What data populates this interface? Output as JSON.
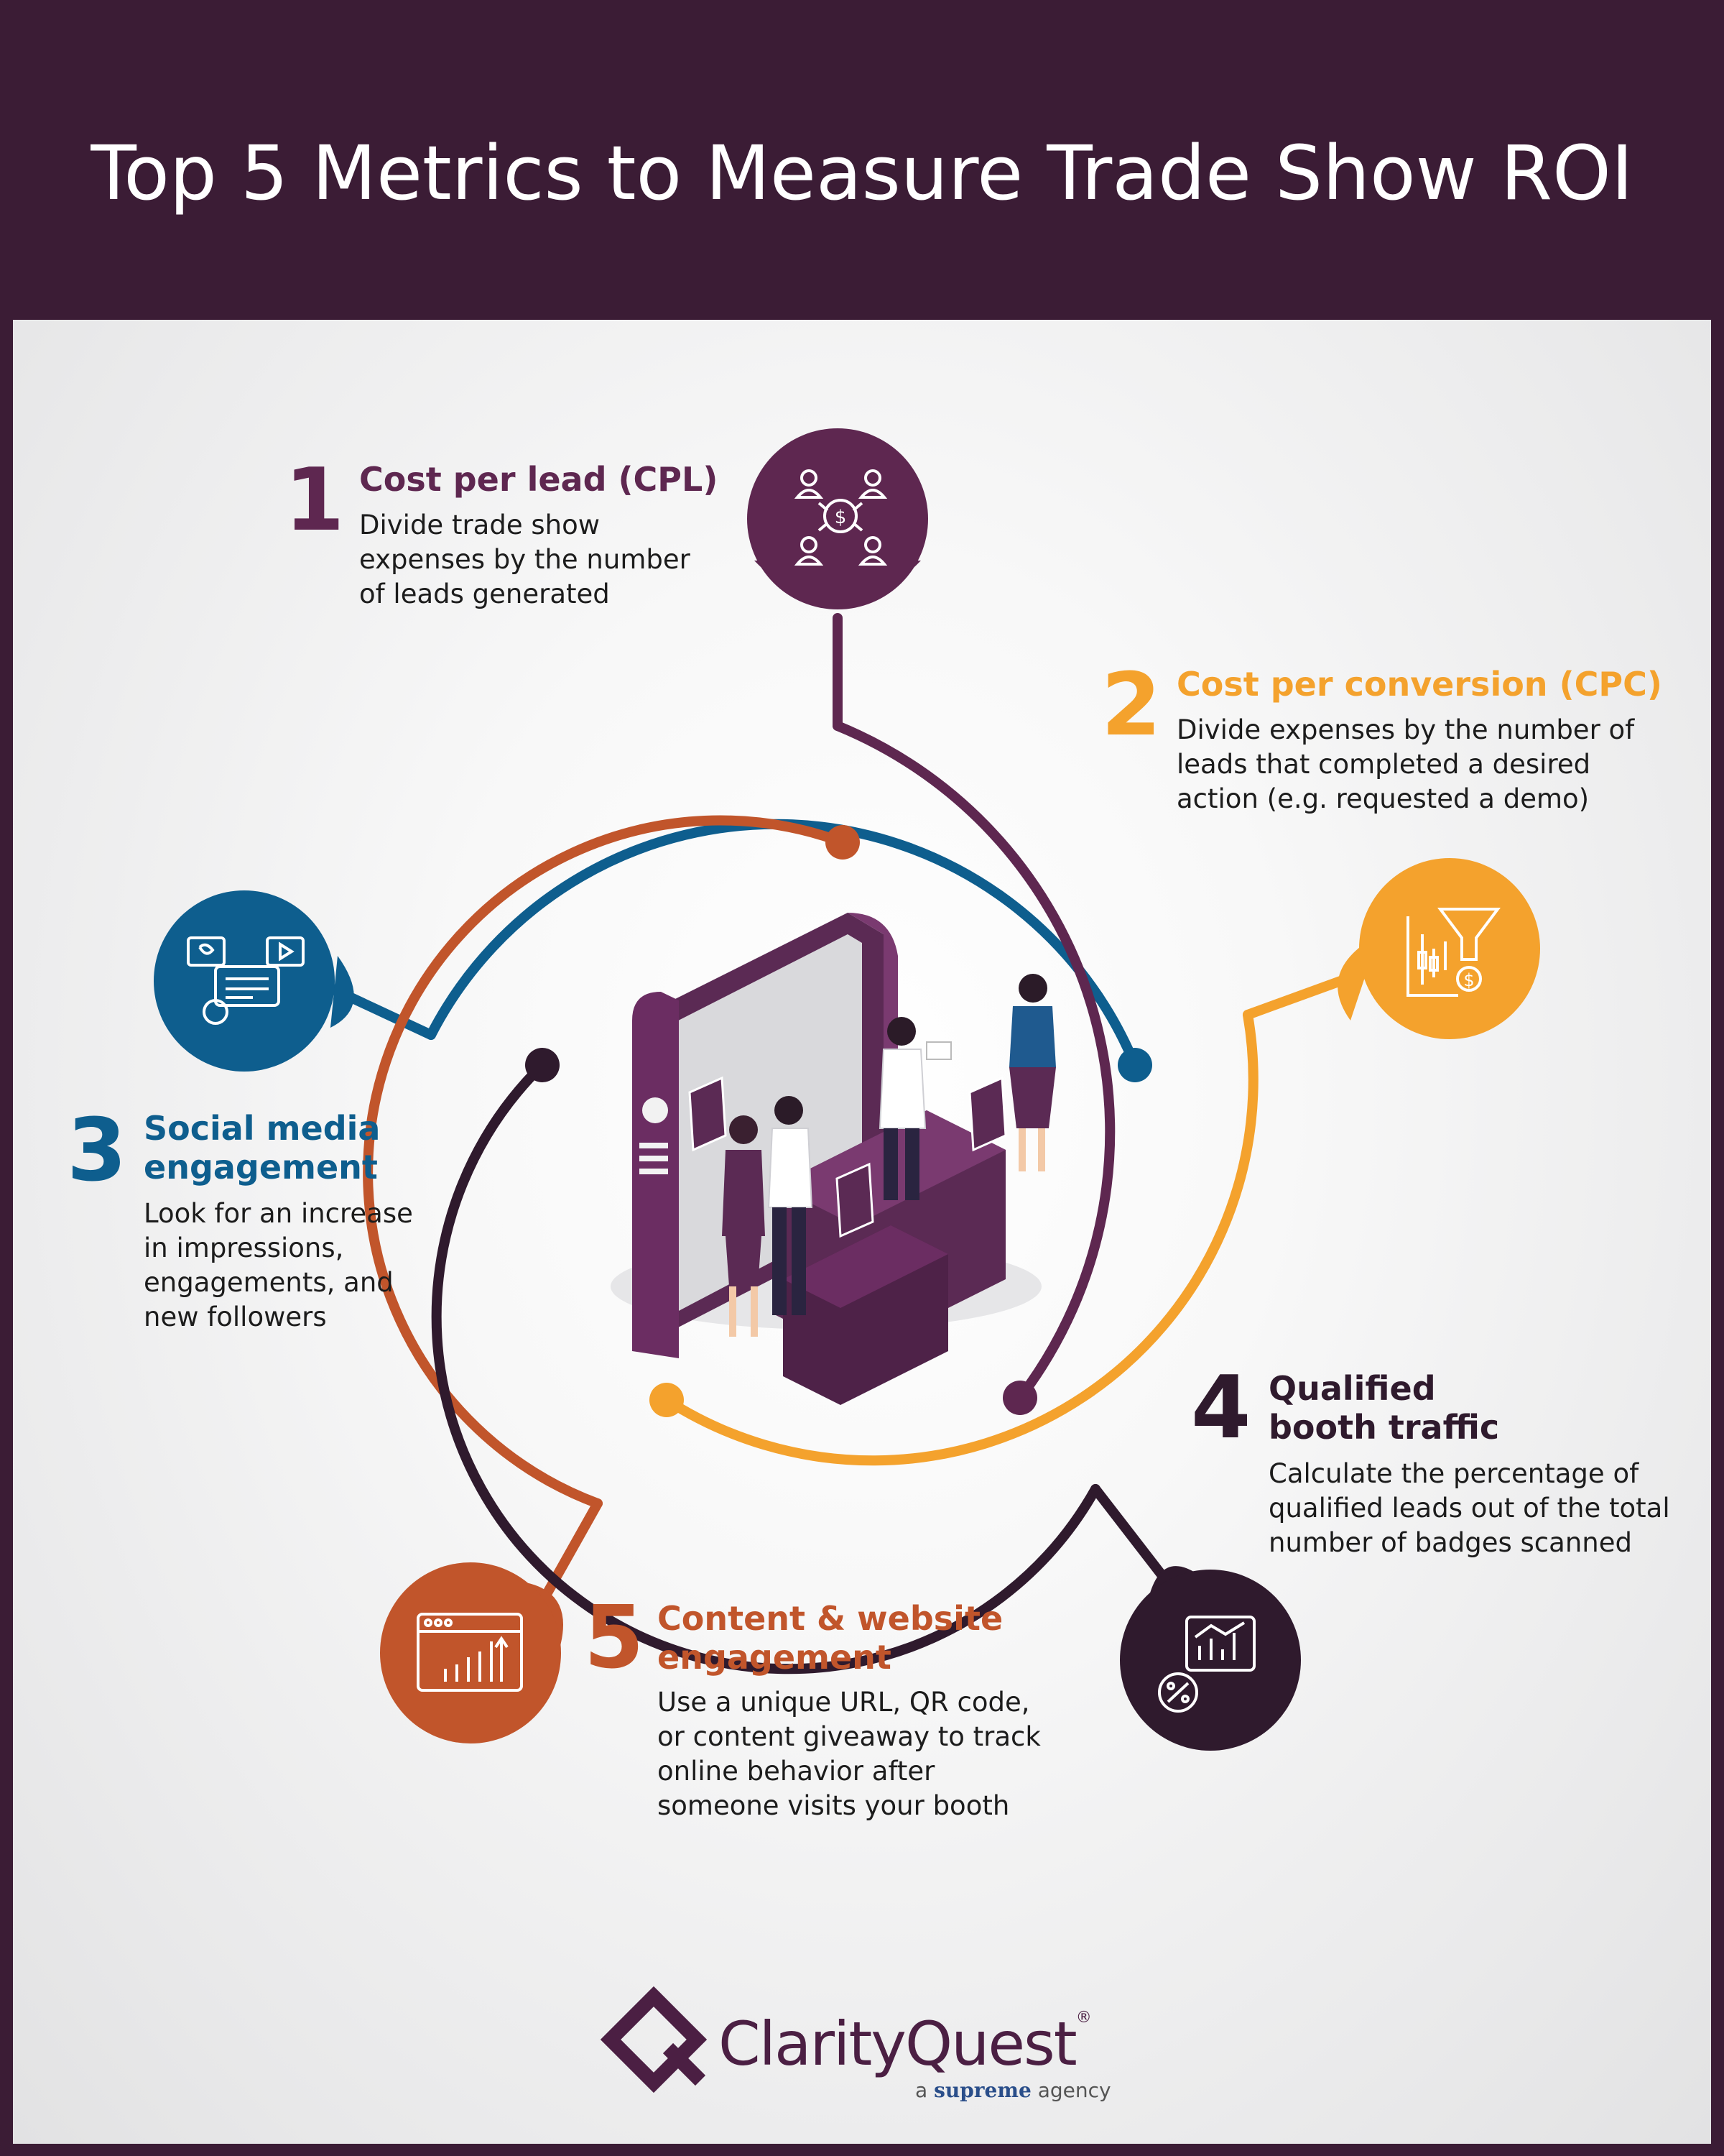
{
  "header": {
    "title": "Top 5 Metrics to Measure Trade Show ROI"
  },
  "colors": {
    "header_bg": "#3b1c35",
    "metric_1": "#5e2750",
    "metric_2": "#f4a22d",
    "metric_3": "#0e5e8e",
    "metric_4": "#2f1a2d",
    "metric_5": "#c1552b"
  },
  "metrics": [
    {
      "number": "1",
      "title": "Cost per lead (CPL)",
      "description": [
        "Divide trade show",
        "expenses by the number",
        "of leads generated"
      ],
      "icon": "people-network-dollar-icon"
    },
    {
      "number": "2",
      "title": "Cost per conversion (CPC)",
      "description": [
        "Divide expenses by the number of",
        "leads that completed a desired",
        "action (e.g. requested a demo)"
      ],
      "icon": "funnel-chart-dollar-icon"
    },
    {
      "number": "3",
      "title": [
        "Social media",
        "engagement"
      ],
      "description": [
        "Look for an increase",
        "in impressions,",
        "engagements, and",
        "new followers"
      ],
      "icon": "social-media-chat-icon"
    },
    {
      "number": "4",
      "title": [
        "Qualified",
        "booth traffic"
      ],
      "description": [
        "Calculate the percentage of",
        "qualified leads out of the total",
        "number of badges scanned"
      ],
      "icon": "percentage-bar-chart-icon"
    },
    {
      "number": "5",
      "title": [
        "Content & website",
        "engagement"
      ],
      "description": [
        "Use a unique URL, QR code,",
        "or content giveaway to track",
        "online behavior after",
        "someone visits your booth"
      ],
      "icon": "browser-growth-chart-icon"
    }
  ],
  "footer": {
    "brand": "ClarityQuest",
    "reg_mark": "®",
    "tagline_pre": "a",
    "tagline_brand": "supreme",
    "tagline_post": "agency"
  }
}
